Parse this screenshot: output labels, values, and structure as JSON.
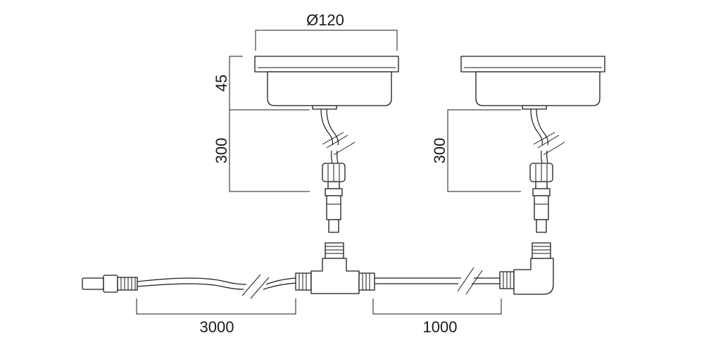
{
  "dimensions": {
    "diameter": "Ø120",
    "height": "45",
    "cable_left": "300",
    "cable_right": "300",
    "lead_length": "3000",
    "link_length": "1000"
  }
}
